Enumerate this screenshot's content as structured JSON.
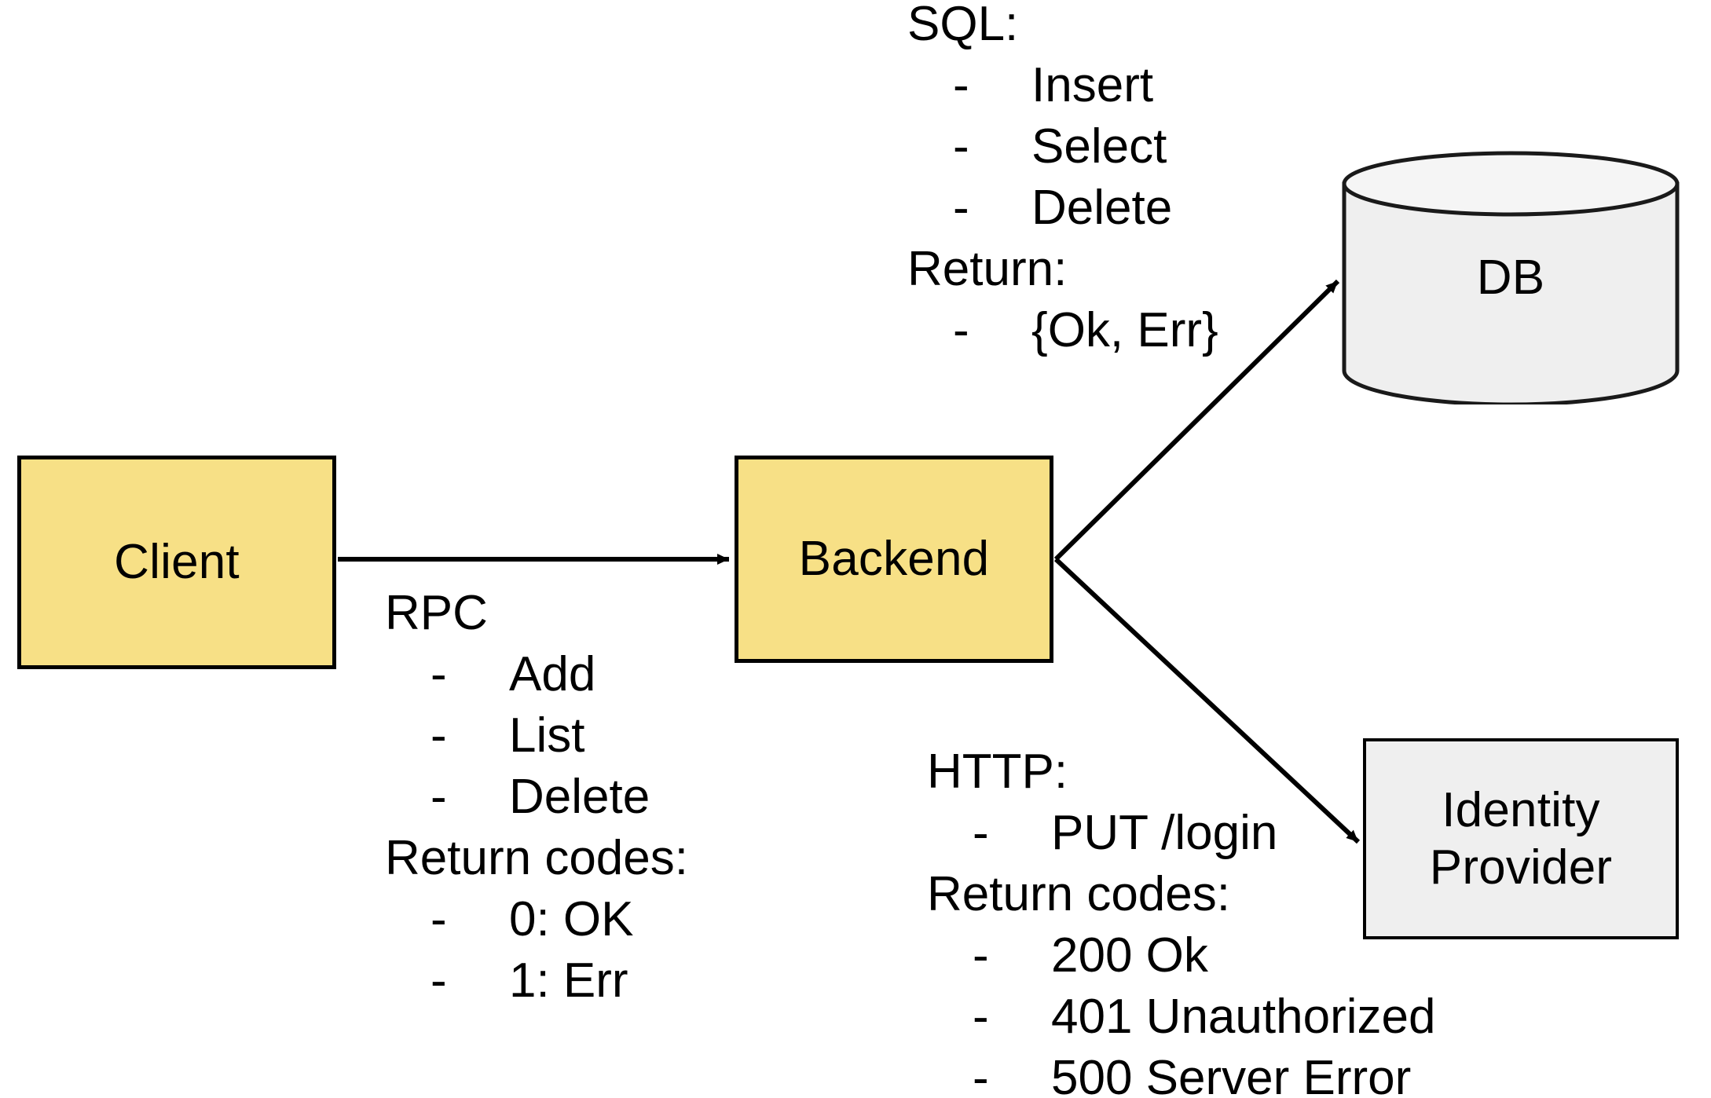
{
  "diagram": {
    "title": "Client / Backend / DB / Identity Provider architecture",
    "colors": {
      "node_yellow": "#F7E086",
      "node_gray": "#EFEFEF",
      "stroke": "#000000",
      "background": "#FFFFFF"
    },
    "nodes": {
      "client": {
        "label": "Client",
        "shape": "rectangle",
        "fill": "#F7E086"
      },
      "backend": {
        "label": "Backend",
        "shape": "rectangle",
        "fill": "#F7E086"
      },
      "db": {
        "label": "DB",
        "shape": "cylinder",
        "fill": "#EFEFEF"
      },
      "identity_provider": {
        "label": "Identity\nProvider",
        "line1": "Identity",
        "line2": "Provider",
        "shape": "rectangle",
        "fill": "#EFEFEF"
      }
    },
    "edges": [
      {
        "name": "client-to-backend",
        "from": "client",
        "to": "backend",
        "direction": "right",
        "annotation": "rpc"
      },
      {
        "name": "backend-to-db",
        "from": "backend",
        "to": "db",
        "direction": "up-right",
        "annotation": "sql"
      },
      {
        "name": "backend-to-idp",
        "from": "backend",
        "to": "identity_provider",
        "direction": "down-right",
        "annotation": "http"
      }
    ],
    "annotations": {
      "sql": {
        "header": "SQL:",
        "items": [
          "Insert",
          "Select",
          "Delete"
        ],
        "return_header": "Return:",
        "return_items": [
          "{Ok, Err}"
        ],
        "dash": "-"
      },
      "rpc": {
        "header": "RPC",
        "items": [
          "Add",
          "List",
          "Delete"
        ],
        "return_header": "Return codes:",
        "return_items": [
          "0: OK",
          "1: Err"
        ],
        "dash": "-"
      },
      "http": {
        "header": "HTTP:",
        "items": [
          "PUT /login"
        ],
        "return_header": "Return codes:",
        "return_items": [
          "200 Ok",
          "401 Unauthorized",
          "500 Server Error"
        ],
        "dash": "-"
      }
    }
  }
}
